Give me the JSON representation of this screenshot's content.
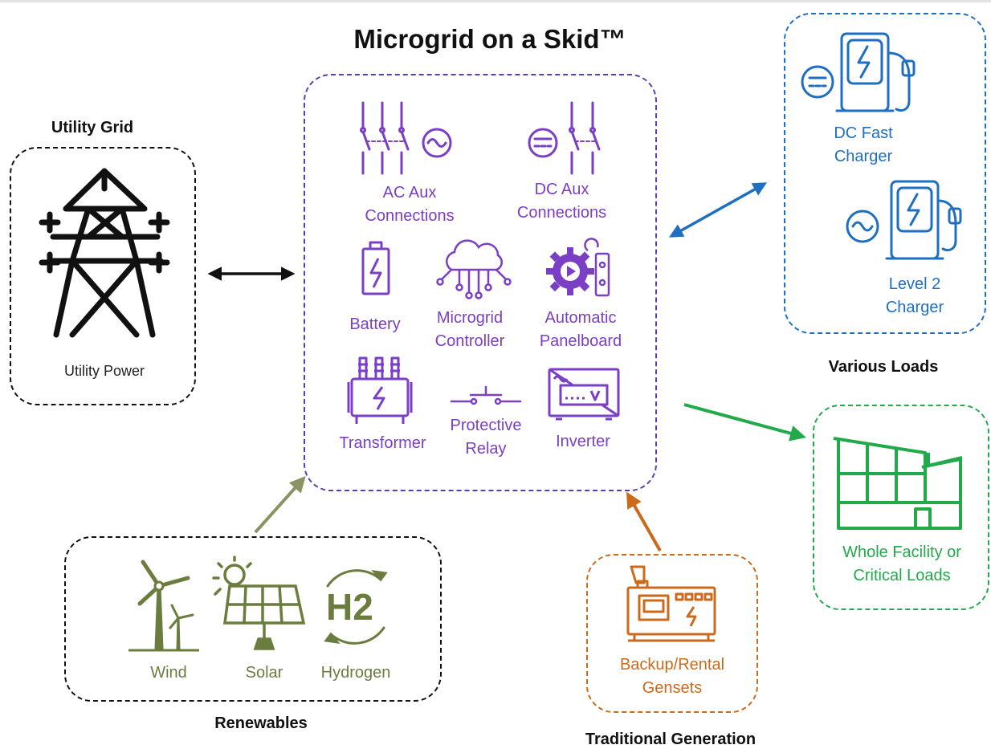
{
  "title": "Microgrid on a Skid™",
  "utility": {
    "heading": "Utility Grid",
    "label": "Utility Power"
  },
  "skid": {
    "ac_aux": "AC Aux\nConnections",
    "dc_aux": "DC Aux\nConnections",
    "battery": "Battery",
    "controller": "Microgrid\nController",
    "panelboard": "Automatic\nPanelboard",
    "transformer": "Transformer",
    "relay": "Protective\nRelay",
    "inverter": "Inverter"
  },
  "loads": {
    "heading": "Various Loads",
    "dc_fast": "DC Fast\nCharger",
    "level2": "Level 2\nCharger"
  },
  "facility": {
    "label": "Whole Facility or\nCritical Loads"
  },
  "renewables": {
    "heading": "Renewables",
    "wind": "Wind",
    "solar": "Solar",
    "hydrogen": "Hydrogen",
    "h2_symbol": "H2"
  },
  "traditional": {
    "heading": "Traditional Generation",
    "label": "Backup/Rental\nGensets"
  },
  "colors": {
    "purple": "#7a3fc4",
    "blue": "#1f6fc0",
    "green": "#22aa4a",
    "olive": "#6b7d3e",
    "orange": "#cc6a1c",
    "black": "#111111"
  }
}
